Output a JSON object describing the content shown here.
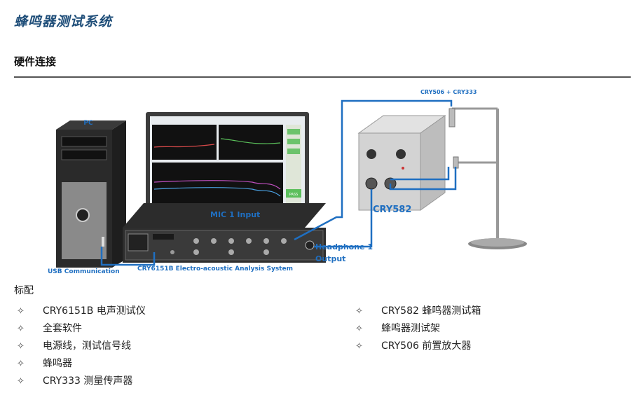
{
  "page": {
    "title": "蜂鸣器测试系统",
    "section_title": "硬件连接"
  },
  "diagram": {
    "pc_label": "PC",
    "usb_label": "USB Communication",
    "analyzer_label": "CRY6151B Electro-acoustic Analysis System",
    "mic_input_label": "MIC 1 Input",
    "headphone_label_line1": "Headphone 1",
    "headphone_label_line2": "Output",
    "tester_label": "CRY582",
    "mic_label": "CRY506 + CRY333",
    "monitor_status": "PASS",
    "cable_color": "#1f6fc1"
  },
  "standard": {
    "label": "标配",
    "bullet": "✧",
    "left_items": [
      "CRY6151B 电声测试仪",
      "全套软件",
      "电源线，测试信号线",
      "蜂鸣器",
      "CRY333 测量传声器"
    ],
    "right_items": [
      "CRY582 蜂鸣器测试箱",
      "蜂鸣器测试架",
      "CRY506 前置放大器"
    ]
  }
}
